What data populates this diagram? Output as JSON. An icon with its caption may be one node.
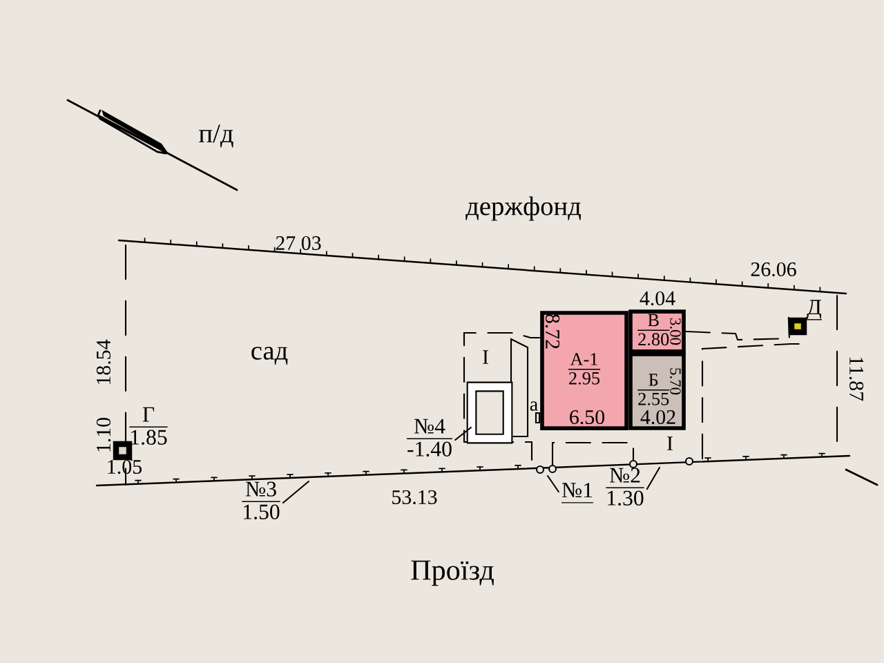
{
  "diagram": {
    "nodes": [
      {
        "text": [
          "А-1",
          "2.95"
        ]
      },
      {
        "text": [
          "В",
          "2.80"
        ]
      },
      {
        "text": [
          "Б",
          "2.55"
        ]
      },
      {
        "text": [
          "Г",
          "1.85"
        ]
      },
      {
        "text": [],
        "shape": "box"
      },
      {
        "text": [
          "Д"
        ]
      },
      {
        "text": [],
        "shape": "box"
      },
      {
        "text": [
          "№4",
          "-1.40"
        ]
      },
      {
        "text": [],
        "shape": "box"
      },
      {
        "text": [
          "№1"
        ]
      },
      {
        "text": [
          "№2",
          "1.30"
        ]
      },
      {
        "text": [
          "№3",
          "1.50"
        ]
      }
    ],
    "edges": [
      {
        "from": 3,
        "to": 4,
        "arrow": "none"
      },
      {
        "from": 5,
        "to": 6,
        "arrow": "none"
      },
      {
        "from": 7,
        "to": 8,
        "arrow": "none"
      },
      {
        "from": 9,
        "to": null,
        "arrow": "none"
      },
      {
        "from": 10,
        "to": null,
        "arrow": "none"
      },
      {
        "from": 11,
        "to": null,
        "arrow": "none"
      },
      {
        "from": 1,
        "to": 6,
        "arrow": "none",
        "style": "dashed"
      }
    ],
    "labels": [
      "п/д",
      "держфонд",
      "27 03",
      "26.06",
      "сад",
      "18.54",
      "11.87",
      "4.04",
      "8.72",
      "3.00",
      "5.70",
      "І",
      "а",
      "6.50",
      "4.02",
      "І",
      "1.10",
      "1.05",
      "53.13",
      "Проїзд"
    ]
  }
}
